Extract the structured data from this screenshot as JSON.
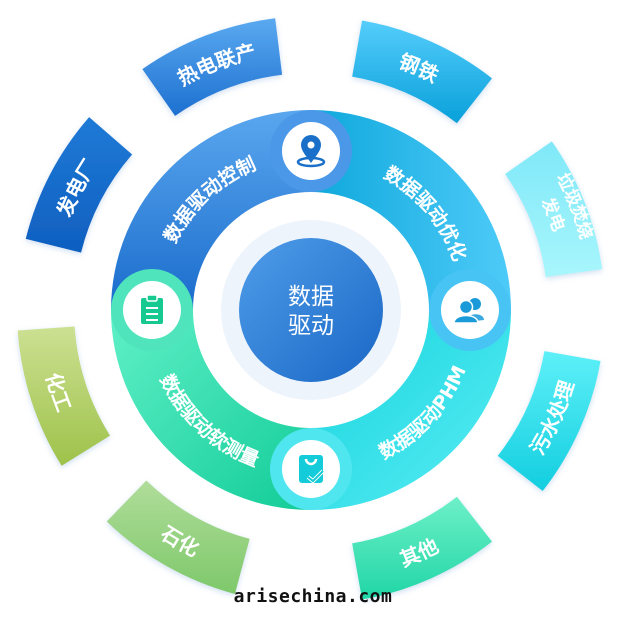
{
  "center": {
    "line1": "数据",
    "line2": "驱动",
    "color_from": "#4f9de9",
    "color_to": "#1a67c6"
  },
  "inner_segments": [
    {
      "label": "数据驱动控制",
      "icon": "location-pin-icon",
      "color_from": "#5aa7ef",
      "color_to": "#1a6ccc",
      "icon_color": "#1a6fc8"
    },
    {
      "label": "数据驱动优化",
      "icon": "users-icon",
      "color_from": "#0fa8dc",
      "color_to": "#4ecbf8",
      "icon_color": "#1a9ad8"
    },
    {
      "label": "数据驱动PHM",
      "icon": "shopping-bag-check-icon",
      "color_from": "#15d4dd",
      "color_to": "#5cedf5",
      "icon_color": "#13cbd9"
    },
    {
      "label": "数据驱动软测量",
      "icon": "clipboard-icon",
      "color_from": "#60f0c8",
      "color_to": "#12cc98",
      "icon_color": "#15c990"
    }
  ],
  "outer_segments": [
    {
      "label": "热电联产",
      "color_from": "#5aa9f0",
      "color_to": "#1d70d0"
    },
    {
      "label": "钢铁",
      "color_from": "#55cdfb",
      "color_to": "#08a0da"
    },
    {
      "label": "垃圾焚烧",
      "label2": "发电",
      "color_from": "#7fe8f8",
      "color_to": "#a8f6fc"
    },
    {
      "label": "污水处理",
      "color_from": "#5ef0f8",
      "color_to": "#12cedf"
    },
    {
      "label": "其他",
      "color_from": "#6ef0c8",
      "color_to": "#20d6a6"
    },
    {
      "label": "石化",
      "color_from": "#b0dd9a",
      "color_to": "#7ec86a"
    },
    {
      "label": "化工",
      "color_from": "#cce092",
      "color_to": "#9ec24a"
    },
    {
      "label": "发电厂",
      "color_from": "#1f7ad6",
      "color_to": "#0f5fc0"
    }
  ],
  "watermark": "arisechina.com"
}
